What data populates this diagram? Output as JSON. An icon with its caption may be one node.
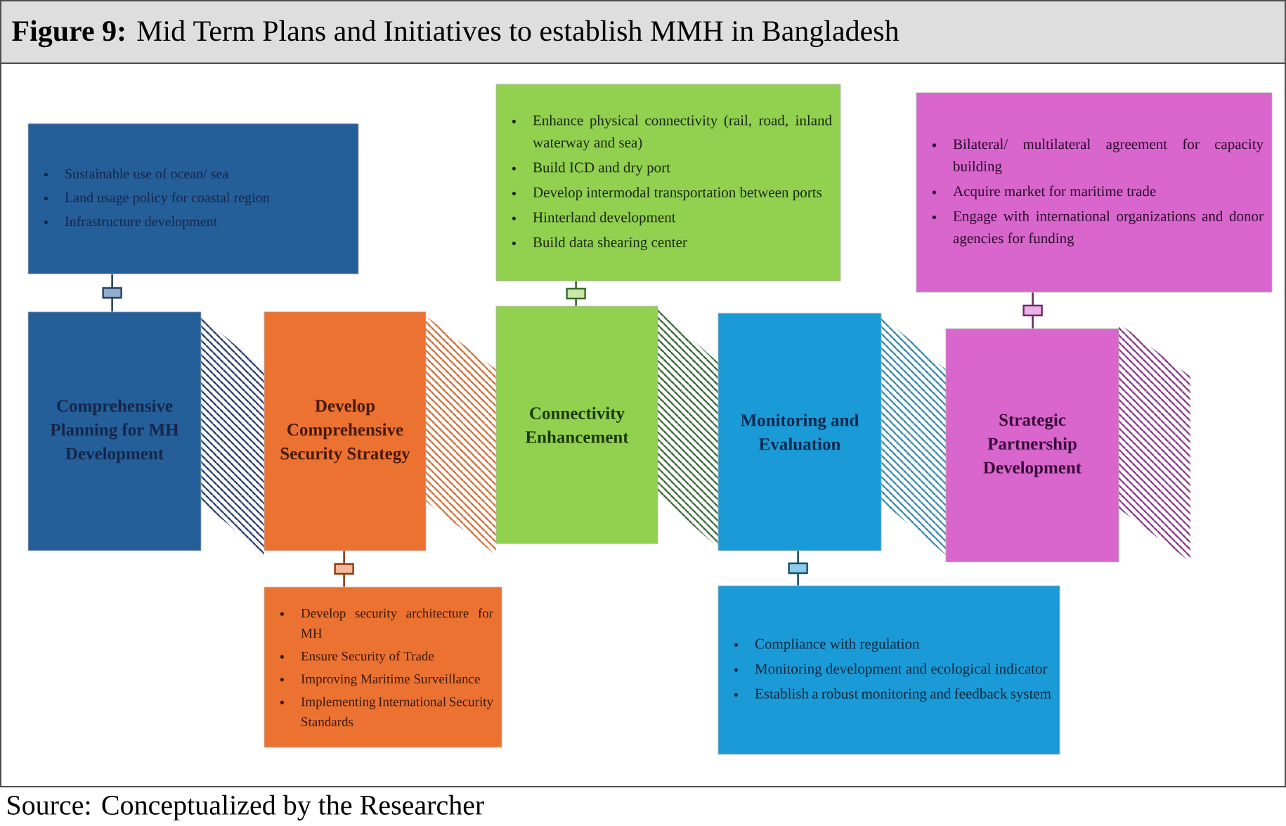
{
  "diagram": {
    "title": "**Figure 9:** Mid Term Plans and Initiatives to establish MMH in Bangladesh",
    "caption": "Source: Conceptualized by the Researcher",
    "nodes": [
      {
        "text": [
          "Comprehensive Planning for MH Development"
        ]
      },
      {
        "text": [
          "Develop Comprehensive Security Strategy"
        ]
      },
      {
        "text": [
          "Connectivity Enhancement"
        ]
      },
      {
        "text": [
          "Monitoring and Evaluation"
        ]
      },
      {
        "text": [
          "Strategic Partnership Development"
        ]
      },
      {
        "text": [
          "Sustainable use of ocean/ sea",
          "Land usage policy for coastal region",
          "Infrastructure development"
        ]
      },
      {
        "text": [
          "Develop security architecture for MH",
          "Ensure Security of Trade",
          "Improving Maritime Surveillance",
          "Implementing International Security Standards"
        ]
      },
      {
        "text": [
          "Enhance physical connectivity (rail, road, inland waterway and sea)",
          "Build ICD and dry port",
          "Develop intermodal transportation between ports",
          "Hinterland development",
          "Build data shearing center"
        ]
      },
      {
        "text": [
          "Compliance with regulation",
          "Monitoring development and ecological indicator",
          "Establish a robust monitoring and feedback system"
        ]
      },
      {
        "text": [
          "Bilateral/ multilateral agreement for capacity building",
          "Acquire market for maritime trade",
          "Engage with international organizations and donor agencies for funding"
        ]
      }
    ],
    "edges": [
      {
        "from": 0,
        "to": 5,
        "arrow": "none",
        "color": "#2a3f5f"
      },
      {
        "from": 1,
        "to": 6,
        "arrow": "none",
        "color": "#8a3a10"
      },
      {
        "from": 2,
        "to": 7,
        "arrow": "none",
        "color": "#3a6a2a"
      },
      {
        "from": 3,
        "to": 8,
        "arrow": "none",
        "color": "#1a4a6a"
      },
      {
        "from": 4,
        "to": 9,
        "arrow": "none",
        "color": "#6a2a6a"
      }
    ]
  }
}
